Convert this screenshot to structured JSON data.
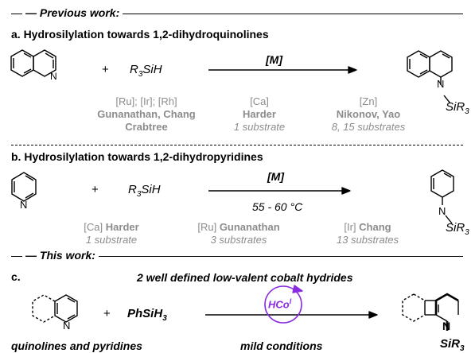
{
  "previous_work": {
    "header": "Previous work:",
    "section_a": {
      "title": "a. Hydrosilylation towards 1,2-dihydroquinolines",
      "reagent": "R3SiH",
      "catalyst": "[M]",
      "ru_ir_rh": {
        "metals": "[Ru]; [Ir]; [Rh]",
        "authors1": "Gunanathan, Chang",
        "authors2": "Crabtree"
      },
      "ca": {
        "metal": "[Ca]",
        "author": "Harder",
        "scope": "1 substrate"
      },
      "zn": {
        "metal": "[Zn]",
        "authors": "Nikonov, Yao",
        "scope": "8, 15 substrates"
      },
      "product_label_n": "N",
      "product_label_si": "SiR3"
    },
    "section_b": {
      "title": "b. Hydrosilylation towards 1,2-dihydropyridines",
      "reagent": "R3SiH",
      "catalyst": "[M]",
      "temperature": "55 - 60 °C",
      "ca": {
        "metal": "[Ca]",
        "author": "Harder",
        "scope": "1 substrate"
      },
      "ru": {
        "metal": "[Ru]",
        "author": "Gunanathan",
        "scope": "3 substrates"
      },
      "ir": {
        "metal": "[Ir]",
        "author": "Chang",
        "scope": "13 substrates"
      }
    }
  },
  "this_work": {
    "header": "This work:",
    "section_c": {
      "label": "c.",
      "subtitle": "2 well defined low-valent cobalt hydrides",
      "reagent": "PhSiH3",
      "catalyst": "HCoI",
      "substrates_label": "quinolines and pyridines",
      "conditions": "mild conditions",
      "product_label_si": "SiR3"
    }
  },
  "colors": {
    "catalyst_purple": "#8a2be2",
    "gray_text": "#8c8c8c",
    "text": "#000000"
  }
}
